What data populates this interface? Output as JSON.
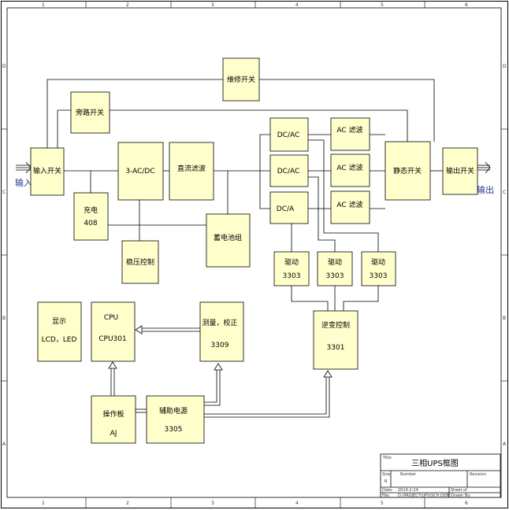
{
  "title_block": {
    "title_caption": "Title",
    "title": "三相UPS框图",
    "size_caption": "Size",
    "size": "B",
    "number_caption": "Number",
    "revision_caption": "Revision",
    "date_caption": "Date:",
    "date": "2014-2-24",
    "file_caption": "File:",
    "file": "D:\\PROJECT\\UPS\\SCH.DDB",
    "sheet_caption": "Sheet of",
    "drawn_caption": "Drawn By:"
  },
  "zones": {
    "columns": [
      "1",
      "2",
      "3",
      "4",
      "5",
      "6"
    ],
    "rows": [
      "A",
      "B",
      "C",
      "D"
    ]
  },
  "terminals": {
    "input": "输入",
    "output": "输出"
  },
  "blocks": {
    "maintenance_switch": "维修开关",
    "bypass_switch": "旁路开关",
    "input_switch": "输入开关",
    "rectifier": "3-AC/DC",
    "dc_filter": "直流滤波",
    "charger": [
      "充电",
      "408"
    ],
    "voltage_control": "稳压控制",
    "battery_pack": "蓄电池组",
    "inverter_1": "DC/AC",
    "inverter_2": "DC/AC",
    "inverter_3": "DC/A",
    "ac_filter_1": "AC 滤波",
    "ac_filter_2": "AC 滤波",
    "ac_filter_3": "AC 滤波",
    "static_switch": "静态开关",
    "output_switch": "输出开关",
    "driver_1": [
      "驱动",
      "3303"
    ],
    "driver_2": [
      "驱动",
      "3303"
    ],
    "driver_3": [
      "驱动",
      "3303"
    ],
    "inverter_control": [
      "逆变控制",
      "3301"
    ],
    "display": [
      "显示",
      "LCD，LED"
    ],
    "cpu": [
      "CPU",
      "CPU301"
    ],
    "measurement": [
      "测量，校正",
      "3309"
    ],
    "operation_panel": [
      "操作板",
      "AJ"
    ],
    "aux_power": [
      "辅助电源",
      "3305"
    ]
  }
}
